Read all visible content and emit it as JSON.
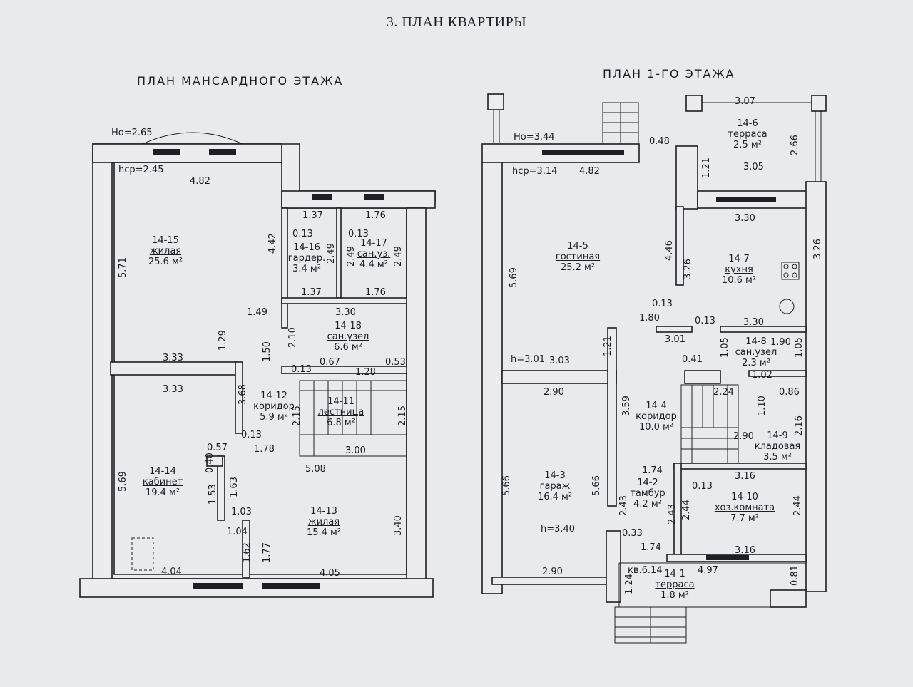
{
  "document": {
    "title": "3. ПЛАН КВАРТИРЫ",
    "left_plan_title": "ПЛАН МАНСАРДНОГО ЭТАЖА",
    "right_plan_title": "ПЛАН 1-ГО ЭТАЖА"
  },
  "attic_floor": {
    "heights": {
      "ho": "Hо=2.65",
      "hcp": "hср=2.45"
    },
    "rooms": [
      {
        "id": "14-15",
        "name": "жилая",
        "area": "25.6 м²"
      },
      {
        "id": "14-16",
        "name": "гардер.",
        "area": "3.4 м²"
      },
      {
        "id": "14-17",
        "name": "сан.уз.",
        "area": "4.4 м²"
      },
      {
        "id": "14-18",
        "name": "сан.узел",
        "area": "6.6 м²"
      },
      {
        "id": "14-12",
        "name": "коридор",
        "area": "5.9 м²"
      },
      {
        "id": "14-11",
        "name": "лестница",
        "area": "6.8 м²"
      },
      {
        "id": "14-14",
        "name": "кабинет",
        "area": "19.4 м²"
      },
      {
        "id": "14-13",
        "name": "жилая",
        "area": "15.4 м²"
      }
    ],
    "dimensions": [
      "4.82",
      "1.37",
      "1.76",
      "5.71",
      "4.42",
      "0.13",
      "0.13",
      "2.49",
      "2.49",
      "2.49",
      "1.37",
      "1.76",
      "1.49",
      "3.30",
      "1.29",
      "2.10",
      "1.50",
      "3.33",
      "0.13",
      "0.67",
      "1.28",
      "0.53",
      "3.33",
      "3.68",
      "2.15",
      "2.15",
      "0.13",
      "0.57",
      "1.78",
      "3.00",
      "0.40",
      "5.08",
      "5.69",
      "1.53",
      "1.63",
      "1.03",
      "1.04",
      "3.40",
      "1.62",
      "1.77",
      "4.04",
      "4.05"
    ]
  },
  "ground_floor": {
    "heights": {
      "ho": "Hо=3.44",
      "hcp": "hср=3.14",
      "h1": "h=3.01",
      "h2": "h=3.40"
    },
    "rooms": [
      {
        "id": "14-6",
        "name": "терраса",
        "area": "2.5 м²"
      },
      {
        "id": "14-5",
        "name": "гостиная",
        "area": "25.2 м²"
      },
      {
        "id": "14-7",
        "name": "кухня",
        "area": "10.6 м²"
      },
      {
        "id": "14-8",
        "name": "сан.узел",
        "area": "2.3 м²"
      },
      {
        "id": "14-4",
        "name": "коридор",
        "area": "10.0 м²"
      },
      {
        "id": "14-9",
        "name": "кладовая",
        "area": "3.5 м²"
      },
      {
        "id": "14-3",
        "name": "гараж",
        "area": "16.4 м²"
      },
      {
        "id": "14-2",
        "name": "тамбур",
        "area": "4.2 м²"
      },
      {
        "id": "14-10",
        "name": "хоз.комната",
        "area": "7.7 м²"
      },
      {
        "id": "14-1",
        "name": "терраса",
        "area": "1.8 м²"
      }
    ],
    "dimensions": [
      "3.07",
      "2.66",
      "0.48",
      "3.05",
      "1.21",
      "4.82",
      "3.30",
      "4.46",
      "3.26",
      "3.26",
      "5.69",
      "0.13",
      "1.80",
      "0.13",
      "3.30",
      "3.01",
      "1.90",
      "1.21",
      "1.05",
      "1.05",
      "3.03",
      "0.41",
      "1.02",
      "2.90",
      "2.24",
      "0.86",
      "3.59",
      "1.10",
      "2.16",
      "2.90",
      "5.66",
      "5.66",
      "1.74",
      "3.16",
      "0.13",
      "2.43",
      "2.43",
      "2.44",
      "2.44",
      "0.33",
      "1.74",
      "3.16",
      "2.90",
      "4.97",
      "кв.6.14",
      "1.24",
      "0.81"
    ]
  }
}
